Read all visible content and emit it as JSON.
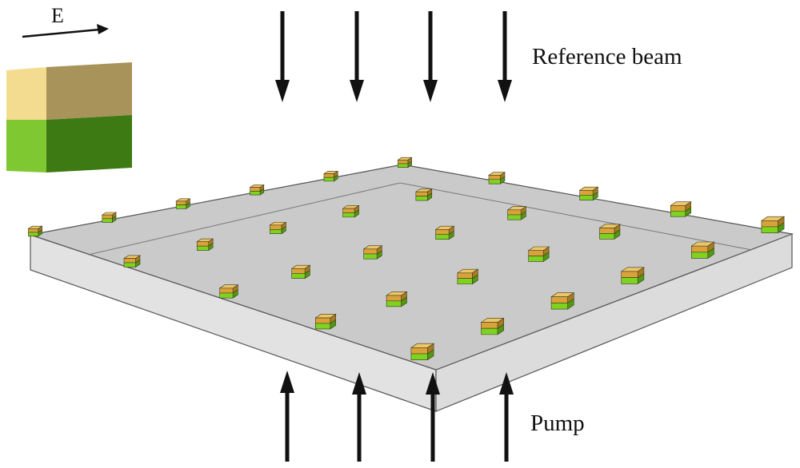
{
  "labels": {
    "field": "E",
    "reference_beam": "Reference beam",
    "pump": "Pump"
  },
  "colors": {
    "slab_top": "#c9c9c9",
    "slab_side": "#dedede",
    "slab_edge": "#555555",
    "gold_front": "#d9a23a",
    "gold_top": "#edc56a",
    "gold_side": "#a87a22",
    "green_front": "#7ed321",
    "green_side": "#4f9a12",
    "legend_gold_light": "#f3dc8f",
    "legend_gold_dark": "#a8935a",
    "legend_green_light": "#7fc832",
    "legend_green_dark": "#3d7a14",
    "arrow": "#111111"
  },
  "array": {
    "rows": 5,
    "columns": 6
  }
}
